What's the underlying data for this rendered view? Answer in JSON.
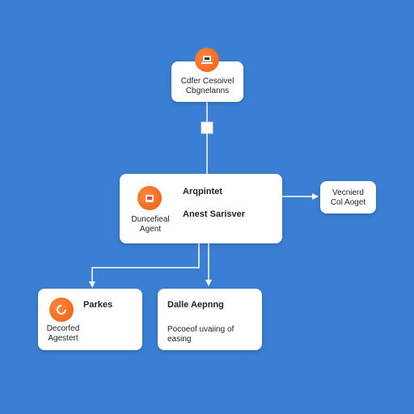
{
  "theme": {
    "background": "#3b7fd4",
    "accent": "#f05a17",
    "line": "#ffffff"
  },
  "nodes": {
    "top": {
      "line1": "Cdfer Cesoivel",
      "line2": "Cbgnelanns",
      "icon": "laptop-icon"
    },
    "main": {
      "title": "Arqpintet",
      "subtitle": "Anest Sarisver",
      "label_line1": "Duncefieal",
      "label_line2": "Agent",
      "icon": "cube-icon"
    },
    "right": {
      "line1": "Vecnierd",
      "line2": "Col Aoget"
    },
    "bottom_left": {
      "title": "Parkes",
      "label_line1": "Decorfed",
      "label_line2": "Agestert",
      "icon": "refresh-icon"
    },
    "bottom_mid": {
      "title": "Dalle Aepnng",
      "desc_line1": "Pocoeof uvaiing of",
      "desc_line2": "easing"
    }
  }
}
